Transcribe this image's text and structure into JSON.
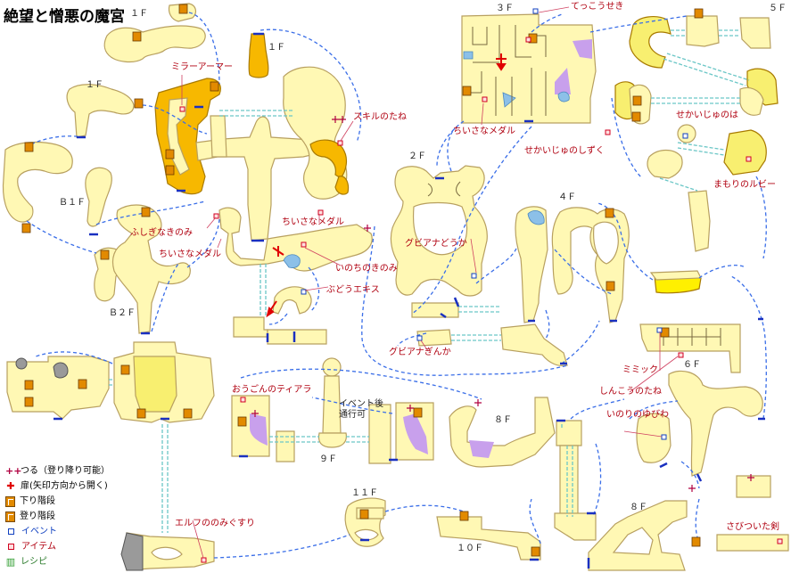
{
  "title": "絶望と憎悪の魔宮",
  "floor_labels": {
    "f1_top": "１Ｆ",
    "f1_left": "１Ｆ",
    "f1_center": "１Ｆ",
    "b1f": "Ｂ１Ｆ",
    "b2f": "Ｂ２Ｆ",
    "f2": "２Ｆ",
    "f3": "３Ｆ",
    "f4": "４Ｆ",
    "f5": "５Ｆ",
    "f6": "６Ｆ",
    "f8_a": "８Ｆ",
    "f8_b": "８Ｆ",
    "f9": "９Ｆ",
    "f10": "１０Ｆ",
    "f11": "１１Ｆ"
  },
  "items": {
    "mirror_armor": "ミラーアーマー",
    "skill_seed": "スキルのたね",
    "mystery_nut": "ふしぎなきのみ",
    "small_medal_1": "ちいさなメダル",
    "small_medal_2": "ちいさなメダル",
    "small_medal_3": "ちいさなメダル",
    "seed_of_life": "いのちのきのみ",
    "grape_extract": "ぶどうエキス",
    "gold_tiara": "おうごんのティアラ",
    "elf_water": "エルフののみぐすり",
    "iron_ore": "てっこうせき",
    "world_tree_dew": "せかいじゅのしずく",
    "world_tree_leaf": "せかいじゅのは",
    "guard_ruby": "まもりのルビー",
    "miracle_seed": "しんこうのたね",
    "prayer_ring": "いのりのゆびわ",
    "rusty_sword": "さびついた剣",
    "gubiana_cup": "グビアナどうか",
    "gubiana_silver": "グビアナぎんか"
  },
  "events": {
    "mimic": "ミミック",
    "event_after": "イベント後",
    "passable": "通行可"
  },
  "legend": {
    "vine": "つる（登り降り可能）",
    "door": "扉(矢印方向から開く)",
    "stairs_down": "下り階段",
    "stairs_up": "登り階段",
    "event": "イベント",
    "item": "アイテム",
    "recipe": "レシピ"
  },
  "colors": {
    "floor": "#fff8b4",
    "floor_edge": "#b8a060",
    "orange_area": "#f7b800",
    "purple_area": "#c8a0ec",
    "stairs": "#e28a00",
    "route_line": "#3a6ee8",
    "corridor": "#6ac6c6",
    "item_text": "#b00010",
    "door_mark": "#e00000",
    "water": "#8cc0e8",
    "gray_rock": "#9a9a9a"
  }
}
